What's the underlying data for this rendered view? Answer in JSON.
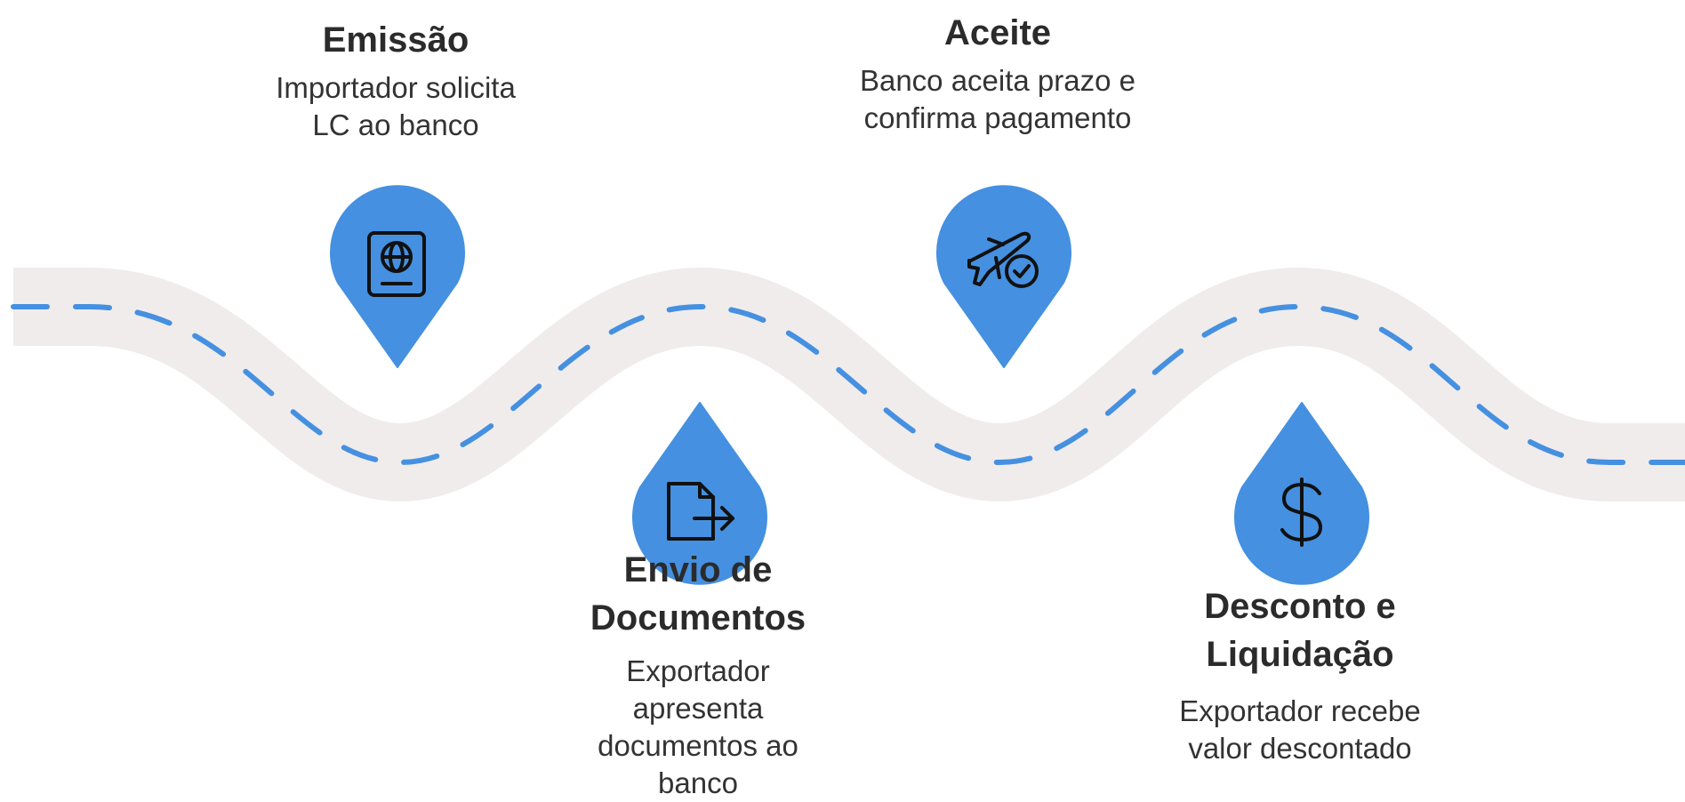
{
  "colors": {
    "road": "#f0ecec",
    "dash": "#4590e0",
    "pin": "#4590e0",
    "icon": "#111111"
  },
  "steps": [
    {
      "title": "Emissão",
      "desc_lines": [
        "Importador solicita",
        "LC ao banco"
      ],
      "icon": "passport-icon"
    },
    {
      "title_lines": [
        "Envio de",
        "Documentos"
      ],
      "desc_lines": [
        "Exportador",
        "apresenta",
        "documentos ao",
        "banco"
      ],
      "icon": "document-export-icon"
    },
    {
      "title": "Aceite",
      "desc_lines": [
        "Banco aceita prazo e",
        "confirma pagamento"
      ],
      "icon": "airplane-check-icon"
    },
    {
      "title_lines": [
        "Desconto e",
        "Liquidação"
      ],
      "desc_lines": [
        "Exportador recebe",
        "valor descontado"
      ],
      "icon": "dollar-icon"
    }
  ]
}
